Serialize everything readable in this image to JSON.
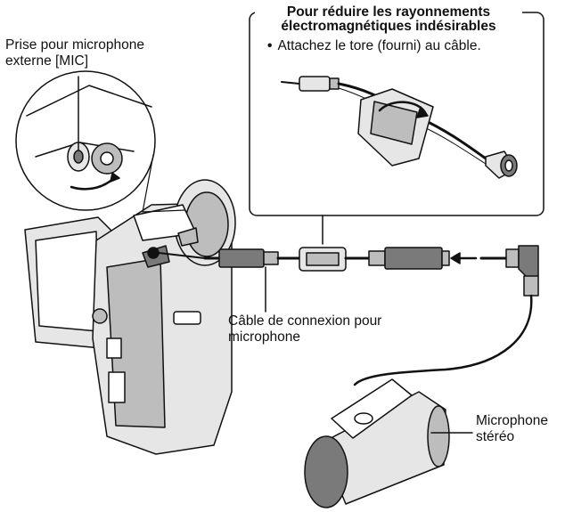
{
  "labels": {
    "mic_jack": [
      "Prise pour microphone",
      "externe [MIC]"
    ],
    "cable": [
      "Câble de connexion pour",
      "microphone"
    ],
    "stereo_mic": [
      "Microphone",
      "stéréo"
    ]
  },
  "inset": {
    "title": [
      "Pour réduire les rayonnements",
      "électromagnétiques indésirables"
    ],
    "bullet": "Attachez le tore (fourni) au câble."
  },
  "colors": {
    "line": "#111111",
    "fill_light": "#e6e6e6",
    "fill_mid": "#bdbdbd",
    "fill_dark": "#7a7a7a"
  }
}
